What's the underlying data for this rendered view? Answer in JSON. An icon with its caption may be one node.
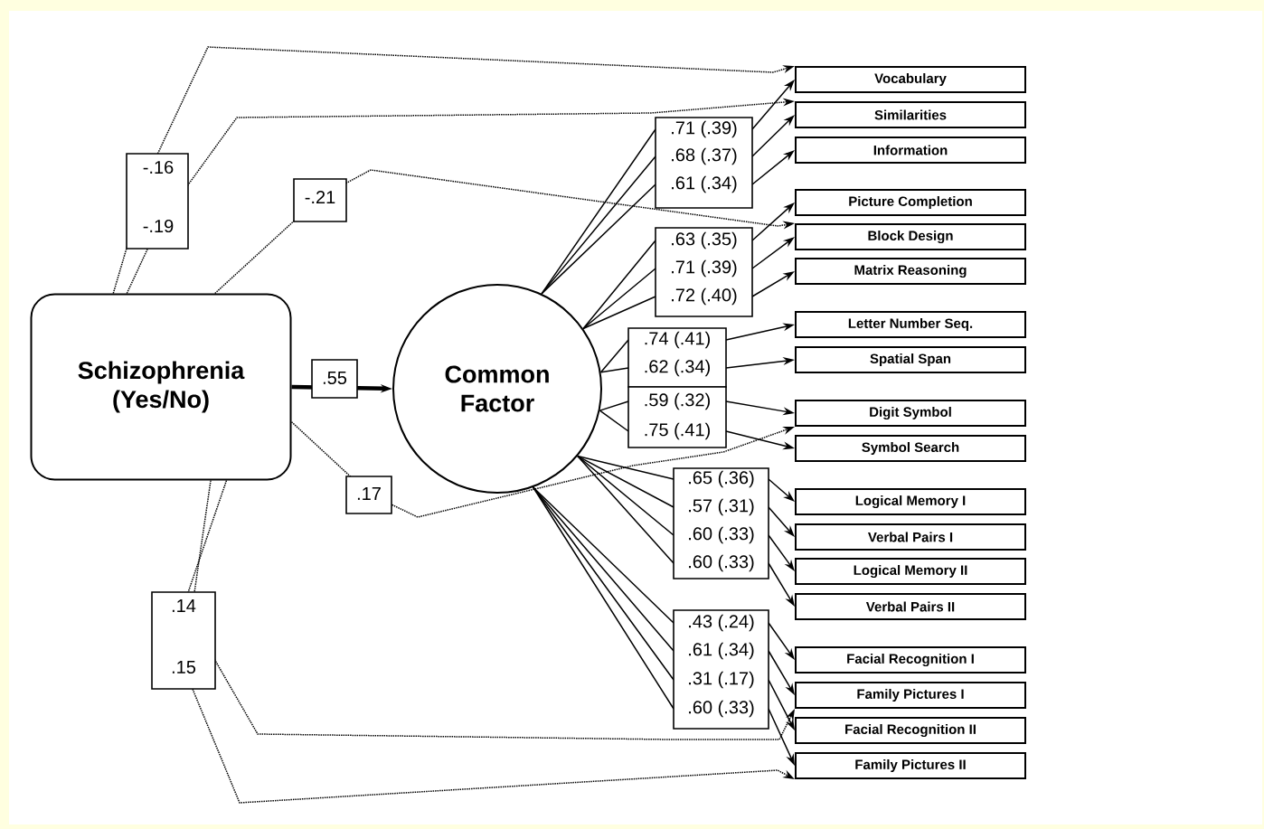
{
  "diagram": {
    "nodes": [
      {
        "text": [
          "Schizophrenia (Yes/No)"
        ]
      },
      {
        "text": [
          "Common Factor"
        ]
      },
      {
        "text": [
          "Vocabulary"
        ]
      },
      {
        "text": [
          "Similarities"
        ]
      },
      {
        "text": [
          "Information"
        ]
      },
      {
        "text": [
          "Picture Completion"
        ]
      },
      {
        "text": [
          "Block Design"
        ]
      },
      {
        "text": [
          "Matrix Reasoning"
        ]
      },
      {
        "text": [
          "Letter Number Seq."
        ]
      },
      {
        "text": [
          "Spatial Span"
        ]
      },
      {
        "text": [
          "Digit Symbol"
        ]
      },
      {
        "text": [
          "Symbol Search"
        ]
      },
      {
        "text": [
          "Logical Memory I"
        ]
      },
      {
        "text": [
          "Verbal Pairs I"
        ]
      },
      {
        "text": [
          "Logical Memory II"
        ]
      },
      {
        "text": [
          "Verbal Pairs II"
        ]
      },
      {
        "text": [
          "Facial Recognition I"
        ]
      },
      {
        "text": [
          "Family Pictures I"
        ]
      },
      {
        "text": [
          "Facial Recognition II"
        ]
      },
      {
        "text": [
          "Family Pictures II"
        ]
      }
    ],
    "edges": [
      {
        "from": 1,
        "to": 2,
        "arrow": "to",
        "label": ".71 (.39)"
      },
      {
        "from": 1,
        "to": 3,
        "arrow": "to",
        "label": ".68 (.37)"
      },
      {
        "from": 1,
        "to": 4,
        "arrow": "to",
        "label": ".61 (.34)"
      },
      {
        "from": 1,
        "to": 5,
        "arrow": "to",
        "label": ".63 (.35)"
      },
      {
        "from": 1,
        "to": 6,
        "arrow": "to",
        "label": ".71 (.39)"
      },
      {
        "from": 1,
        "to": 7,
        "arrow": "to",
        "label": ".72 (.40)"
      },
      {
        "from": 1,
        "to": 8,
        "arrow": "to",
        "label": ".74 (.41)"
      },
      {
        "from": 1,
        "to": 9,
        "arrow": "to",
        "label": ".62 (.34)"
      },
      {
        "from": 1,
        "to": 10,
        "arrow": "to",
        "label": ".59 (.32)"
      },
      {
        "from": 1,
        "to": 11,
        "arrow": "to",
        "label": ".75 (.41)"
      },
      {
        "from": 1,
        "to": 12,
        "arrow": "to",
        "label": ".65 (.36)"
      },
      {
        "from": 1,
        "to": 13,
        "arrow": "to",
        "label": ".57 (.31)"
      },
      {
        "from": 1,
        "to": 14,
        "arrow": "to",
        "label": ".60 (.33)"
      },
      {
        "from": 1,
        "to": 15,
        "arrow": "to",
        "label": ".60 (.33)"
      },
      {
        "from": 1,
        "to": 16,
        "arrow": "to",
        "label": ".43 (.24)"
      },
      {
        "from": 1,
        "to": 17,
        "arrow": "to",
        "label": ".61 (.34)"
      },
      {
        "from": 1,
        "to": 18,
        "arrow": "to",
        "label": ".31 (.17)"
      },
      {
        "from": 1,
        "to": 19,
        "arrow": "to",
        "label": ".60 (.33)"
      },
      {
        "from": 0,
        "to": 1,
        "arrow": "to",
        "label": ".55",
        "style": "thick"
      },
      {
        "from": 0,
        "to": 2,
        "arrow": "to",
        "label": "-.16",
        "style": "dashed"
      },
      {
        "from": 0,
        "to": 3,
        "arrow": "to",
        "label": "-.19",
        "style": "dashed"
      },
      {
        "from": 0,
        "to": 6,
        "arrow": "to",
        "label": "-.21",
        "style": "dashed"
      },
      {
        "from": 0,
        "to": 10,
        "arrow": "to",
        "label": ".17",
        "style": "dashed"
      },
      {
        "from": 0,
        "to": 17,
        "arrow": "to",
        "label": ".14",
        "style": "dashed"
      },
      {
        "from": 0,
        "to": 19,
        "arrow": "to",
        "label": ".15",
        "style": "dashed"
      }
    ]
  }
}
